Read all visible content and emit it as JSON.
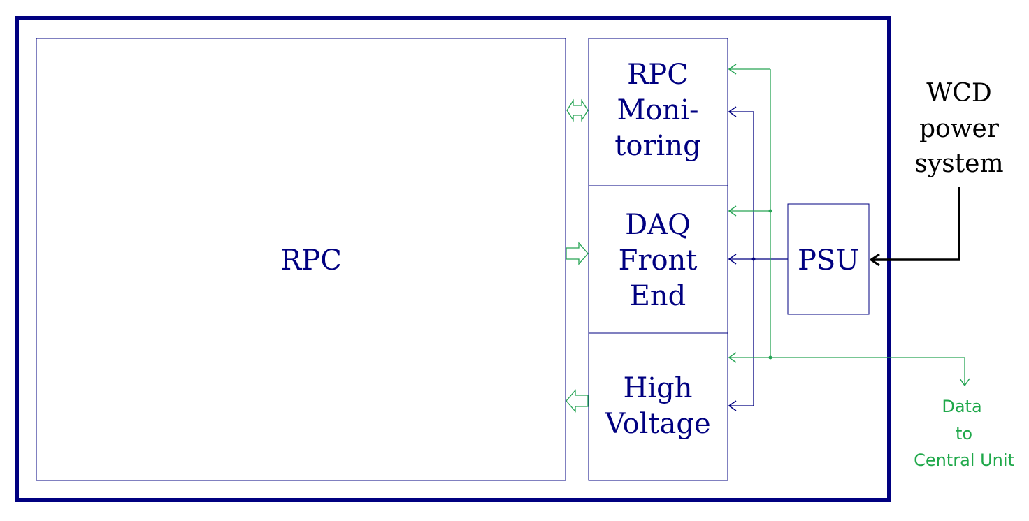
{
  "colors": {
    "frame": "#000080",
    "block_text": "#000080",
    "data_line": "#27a455",
    "power_line": "#000080",
    "external_power": "#000000",
    "data_label": "#1fa84a"
  },
  "blocks": {
    "rpc": {
      "label": "RPC"
    },
    "monitoring": {
      "lines": [
        "RPC",
        "Moni-",
        "toring"
      ]
    },
    "daq": {
      "lines": [
        "DAQ",
        "Front",
        "End"
      ]
    },
    "hv": {
      "lines": [
        "High",
        "Voltage"
      ]
    },
    "psu": {
      "label": "PSU"
    }
  },
  "external_power": {
    "lines": [
      "WCD",
      "power",
      "system"
    ]
  },
  "data_output": {
    "lines": [
      "Data",
      "to",
      "Central Unit"
    ]
  }
}
